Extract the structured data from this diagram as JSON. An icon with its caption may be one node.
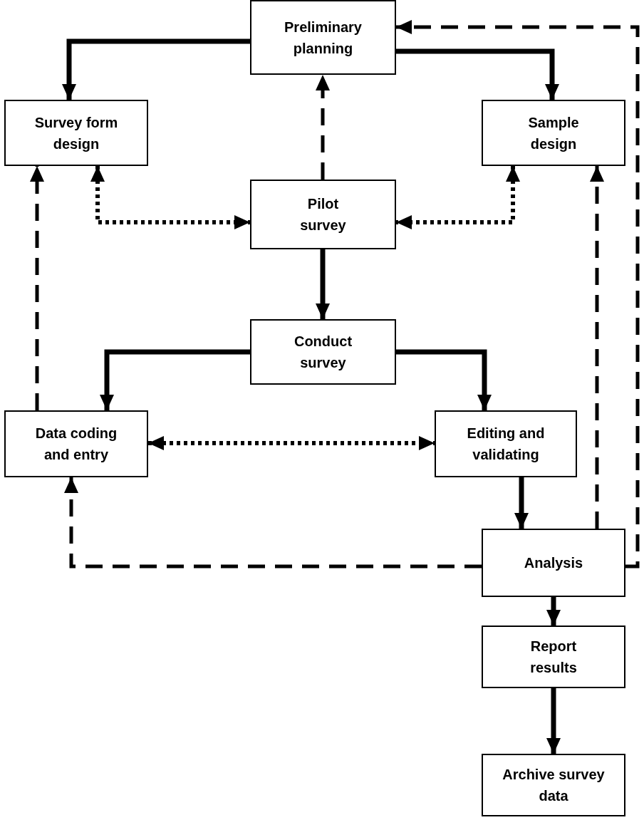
{
  "diagram": {
    "nodes": [
      {
        "text": [
          "Preliminary planning"
        ]
      },
      {
        "text": [
          "Survey form design"
        ]
      },
      {
        "text": [
          "Sample design"
        ]
      },
      {
        "text": [
          "Pilot survey"
        ]
      },
      {
        "text": [
          "Conduct survey"
        ]
      },
      {
        "text": [
          "Data coding and entry"
        ]
      },
      {
        "text": [
          "Editing and validating"
        ]
      },
      {
        "text": [
          "Analysis"
        ]
      },
      {
        "text": [
          "Report results"
        ]
      },
      {
        "text": [
          "Archive survey data"
        ]
      }
    ],
    "edges": [
      {
        "from": 0,
        "to": 1,
        "arrow": "to"
      },
      {
        "from": 0,
        "to": 2,
        "arrow": "to"
      },
      {
        "from": 3,
        "to": 0,
        "arrow": "to",
        "style": "dashed"
      },
      {
        "from": 1,
        "to": 3,
        "arrow": "both",
        "style": "dashed"
      },
      {
        "from": 2,
        "to": 3,
        "arrow": "both",
        "style": "dashed"
      },
      {
        "from": 3,
        "to": 4,
        "arrow": "to"
      },
      {
        "from": 4,
        "to": 5,
        "arrow": "to"
      },
      {
        "from": 4,
        "to": 6,
        "arrow": "to"
      },
      {
        "from": 5,
        "to": 6,
        "arrow": "both",
        "style": "dashed"
      },
      {
        "from": 5,
        "to": 1,
        "arrow": "to",
        "style": "dashed"
      },
      {
        "from": 6,
        "to": 7,
        "arrow": "to"
      },
      {
        "from": 7,
        "to": 5,
        "arrow": "to",
        "style": "dashed"
      },
      {
        "from": 7,
        "to": 2,
        "arrow": "to",
        "style": "dashed"
      },
      {
        "from": 7,
        "to": 0,
        "arrow": "to",
        "style": "dashed"
      },
      {
        "from": 7,
        "to": 8,
        "arrow": "to"
      },
      {
        "from": 8,
        "to": 9,
        "arrow": "to"
      }
    ]
  }
}
